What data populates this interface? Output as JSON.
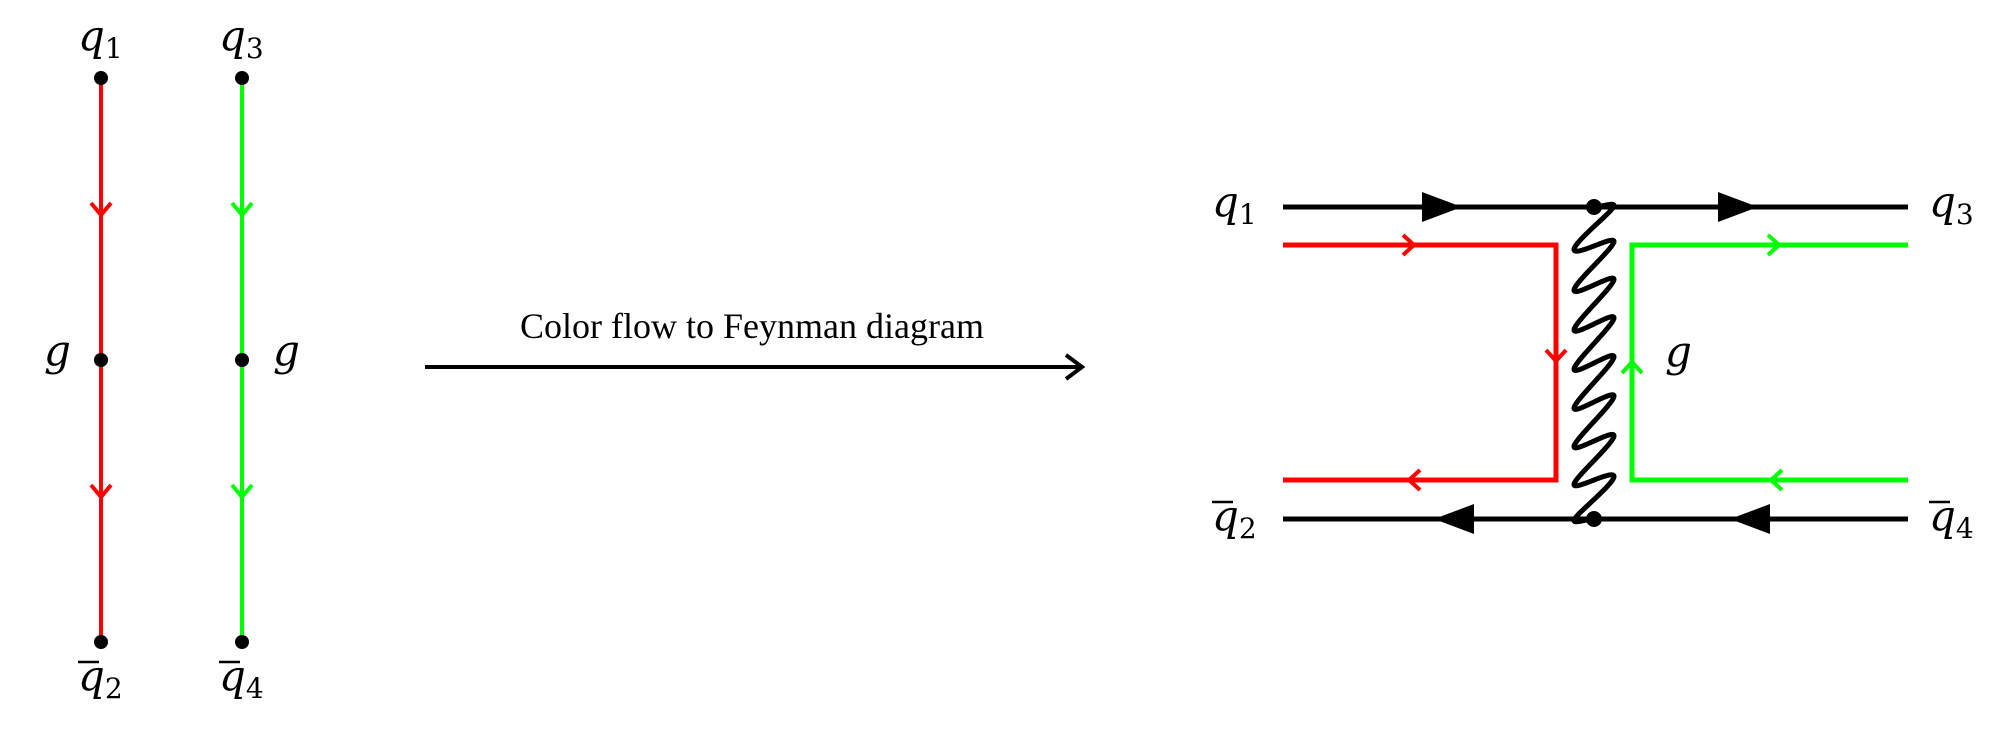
{
  "colors": {
    "red": "#ff0000",
    "green": "#00ff00",
    "black": "#000000"
  },
  "color_flow": {
    "red_line": {
      "top": {
        "base": "q",
        "sub": "1",
        "bar": false
      },
      "mid": {
        "base": "g",
        "sub": "",
        "bar": false
      },
      "bottom": {
        "base": "q",
        "sub": "2",
        "bar": true
      }
    },
    "green_line": {
      "top": {
        "base": "q",
        "sub": "3",
        "bar": false
      },
      "mid": {
        "base": "g",
        "sub": "",
        "bar": false
      },
      "bottom": {
        "base": "q",
        "sub": "4",
        "bar": true
      }
    }
  },
  "arrow_caption": "Color flow to Feynman diagram",
  "feynman": {
    "top_left": {
      "base": "q",
      "sub": "1",
      "bar": false
    },
    "top_right": {
      "base": "q",
      "sub": "3",
      "bar": false
    },
    "bottom_left": {
      "base": "q",
      "sub": "2",
      "bar": true
    },
    "bottom_right": {
      "base": "q",
      "sub": "4",
      "bar": true
    },
    "gluon": {
      "base": "g",
      "sub": "",
      "bar": false
    }
  }
}
